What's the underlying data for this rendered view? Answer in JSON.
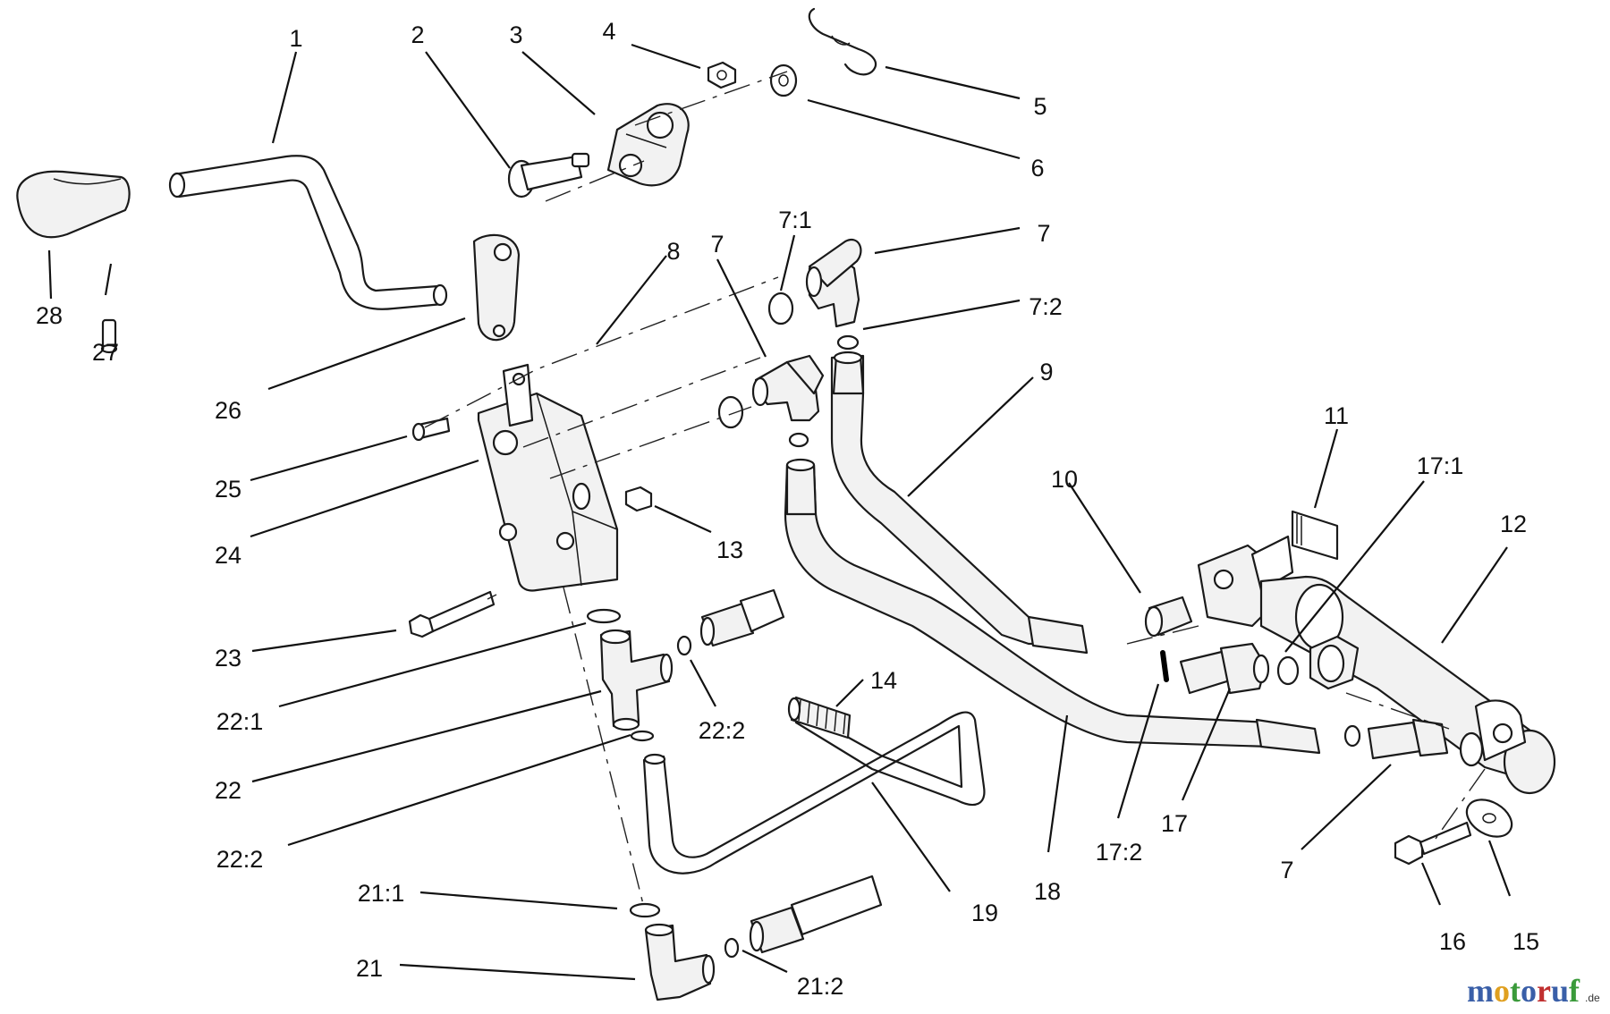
{
  "labels": [
    "1",
    "2",
    "3",
    "4",
    "5",
    "6",
    "7:1",
    "7",
    "7:2",
    "8",
    "7",
    "9",
    "26",
    "25",
    "24",
    "13",
    "10",
    "11",
    "17:1",
    "12",
    "23",
    "22:1",
    "22:2",
    "14",
    "22",
    "22:2",
    "17",
    "18",
    "17:2",
    "7",
    "19",
    "16",
    "15",
    "21:1",
    "21",
    "21:2",
    "28",
    "27"
  ],
  "brand": {
    "name_colored": [
      "m",
      "o",
      "t",
      "o",
      "r",
      "u",
      "f"
    ],
    "suffix": ".de",
    "colors": {
      "m": "#3a5fa8",
      "o": "#e0a020",
      "t": "#3a9a3a",
      "r": "#c03030",
      "u": "#3a5fa8",
      "f": "#3a9a3a"
    }
  }
}
